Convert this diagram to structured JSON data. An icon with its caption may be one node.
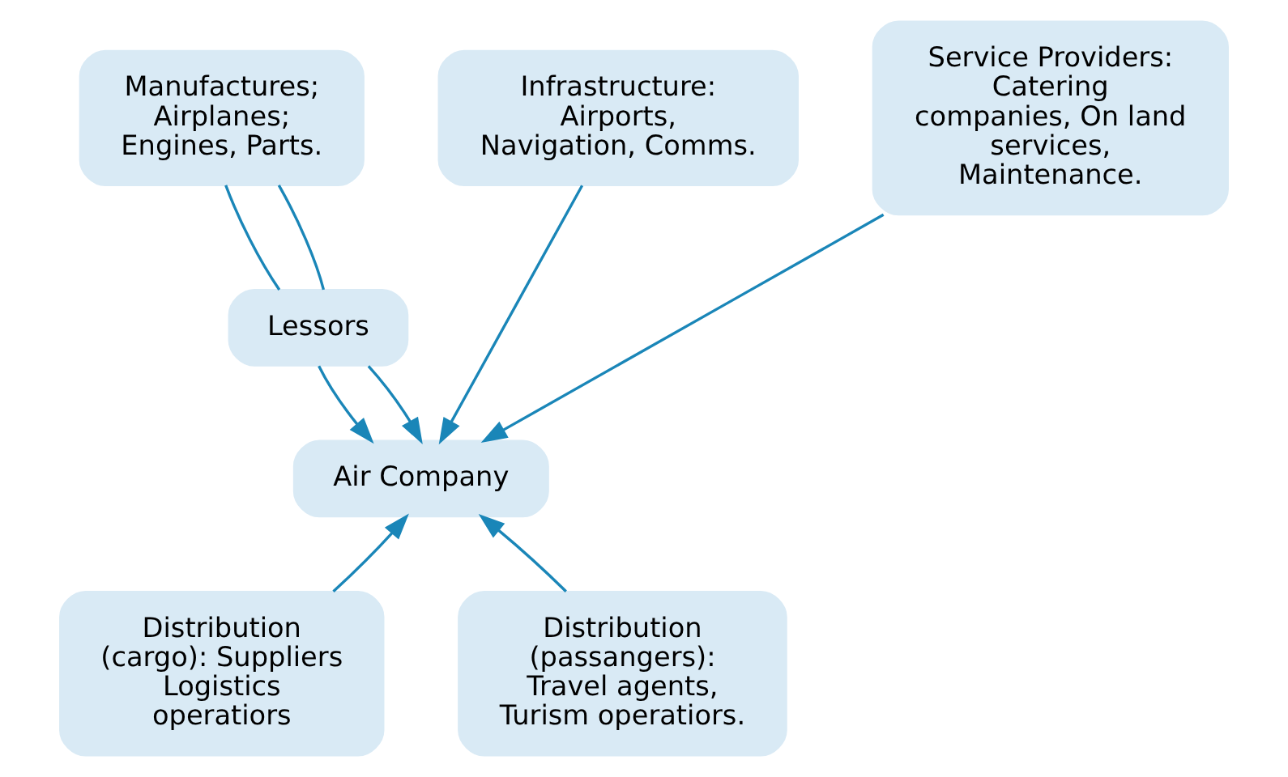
{
  "diagram": {
    "nodes": [
      {
        "text": [
          "Manufactures; Airplanes; Engines, Parts."
        ]
      },
      {
        "text": [
          "Infrastructure: Airports, Navigation, Comms."
        ]
      },
      {
        "text": [
          "Service Providers: Catering companies, On land services, Maintenance."
        ]
      },
      {
        "text": [
          "Lessors"
        ]
      },
      {
        "text": [
          "Air Company"
        ]
      },
      {
        "text": [
          "Distribution (cargo): Suppliers Logistics operatiors"
        ]
      },
      {
        "text": [
          "Distribution (passangers): Travel agents, Turism operatiors."
        ]
      }
    ],
    "edges": [
      {
        "from": 0,
        "to": 3,
        "arrow": "none"
      },
      {
        "from": 0,
        "to": 3,
        "arrow": "none"
      },
      {
        "from": 3,
        "to": 4,
        "arrow": "to"
      },
      {
        "from": 3,
        "to": 4,
        "arrow": "to"
      },
      {
        "from": 1,
        "to": 4,
        "arrow": "to"
      },
      {
        "from": 2,
        "to": 4,
        "arrow": "to"
      },
      {
        "from": 5,
        "to": 4,
        "arrow": "to"
      },
      {
        "from": 6,
        "to": 4,
        "arrow": "to"
      }
    ]
  }
}
